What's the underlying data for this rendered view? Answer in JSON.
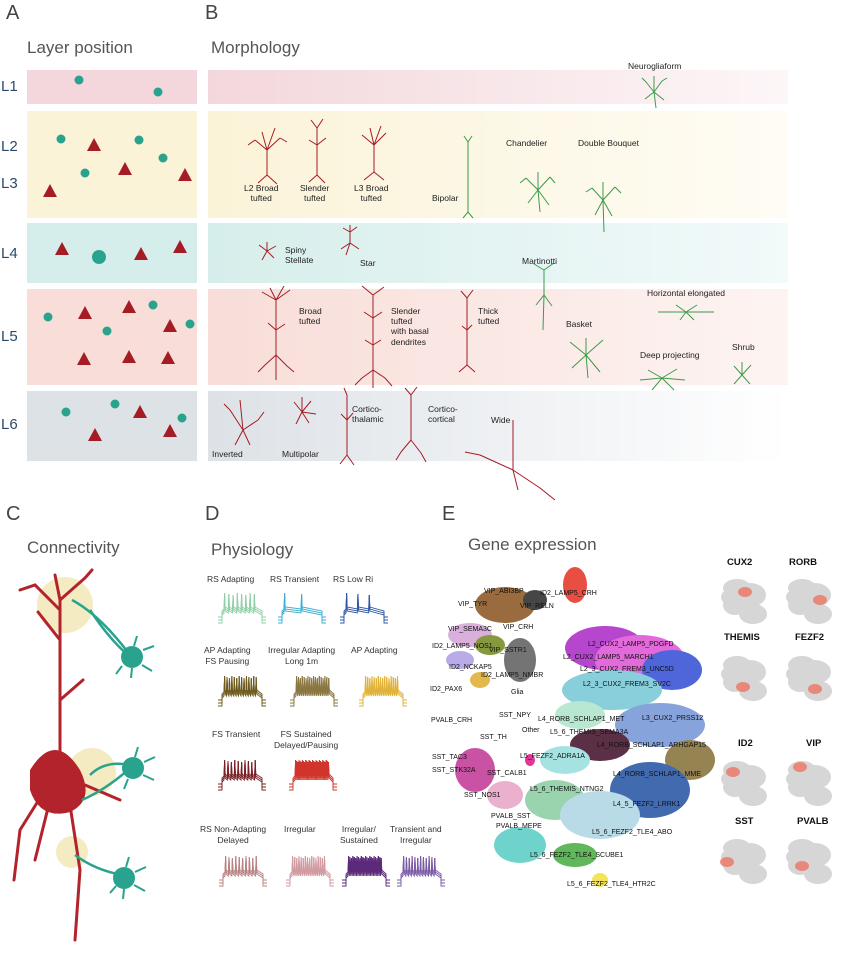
{
  "panels": {
    "A": {
      "letter": "A",
      "title": "Layer position"
    },
    "B": {
      "letter": "B",
      "title": "Morphology"
    },
    "C": {
      "letter": "C",
      "title": "Connectivity"
    },
    "D": {
      "letter": "D",
      "title": "Physiology"
    },
    "E": {
      "letter": "E",
      "title": "Gene expression"
    }
  },
  "layers": [
    "L1",
    "L2",
    "L3",
    "L4",
    "L5",
    "L6"
  ],
  "colors": {
    "L1": "#f3d7dc",
    "L23": "#fbf4dd",
    "L4": "#d8eeec",
    "L5": "#f9e1dc",
    "L6": "#dfe3e7",
    "excitatory": "#a41c24",
    "inhibitory": "#2aa38e",
    "inhibitory_morph": "#3c9a4c"
  },
  "morphology": {
    "l23": [
      "L2 Broad\ntufted",
      "Slender\ntufted",
      "L3 Broad\ntufted",
      "Bipolar",
      "Chandelier",
      "Double Bouquet"
    ],
    "l1": [
      "Neurogliaform"
    ],
    "l4": [
      "Spiny\nStellate",
      "Star",
      "Martinotti"
    ],
    "l5": [
      "Broad\ntufted",
      "Slender\ntufted\nwith basal\ndendrites",
      "Thick\ntufted",
      "Basket",
      "Horizontal elongated",
      "Deep projecting",
      "Shrub"
    ],
    "l6": [
      "Inverted",
      "Multipolar",
      "Cortico-\nthalamic",
      "Cortico-\ncortical",
      "Wide"
    ]
  },
  "physiology": [
    {
      "label": "RS Adapting",
      "color": "#8fd0a6"
    },
    {
      "label": "RS Transient",
      "color": "#3aaed1"
    },
    {
      "label": "RS Low Ri",
      "color": "#2e57a6"
    },
    {
      "label": "AP Adapting\nFS Pausing",
      "color": "#6e5a1c"
    },
    {
      "label": "Irregular Adapting\nLong 1m",
      "color": "#8a7640"
    },
    {
      "label": "AP Adapting",
      "color": "#e0b23a"
    },
    {
      "label": "FS Transient",
      "color": "#7a1f24"
    },
    {
      "label": "FS Sustained\nDelayed/Pausing",
      "color": "#d0342b"
    },
    {
      "label": "RS Non-Adapting\nDelayed",
      "color": "#b88282"
    },
    {
      "label": "Irregular",
      "color": "#d19aa0"
    },
    {
      "label": "Irregular/\nSustained",
      "color": "#5b2a7a"
    },
    {
      "label": "Transient and\nIrregular",
      "color": "#7a5aa6"
    }
  ],
  "clusters": [
    "VIP_ABI3BP",
    "ID2_LAMP5_CRH",
    "VIP_TYR",
    "VIP_RELN",
    "VIP_SEMA3C",
    "VIP_CRH",
    "ID2_LAMP5_NOS1",
    "VIP_SSTR1",
    "ID2_NCKAP5",
    "ID2_PAX6",
    "ID2_LAMP5_NMBR",
    "Glia",
    "L2_CUX2_LAMP5_PDGFD",
    "L2_CUX2_LAMP5_MARCH1",
    "L2_3_CUX2_FREM3_UNC5D",
    "L2_3_CUX2_FREM3_SV2C",
    "L3_CUX2_PRSS12",
    "PVALB_CRH",
    "SST_NPY",
    "SST_TH",
    "Other",
    "L4_RORB_SCHLAP1_MET",
    "L5_6_THEMIS_SEMA3A",
    "L4_RORB_SCHLAP1_ARHGAP15",
    "L4_RORB_SCHLAP1_MME",
    "SST_TAC3",
    "SST_STK32A",
    "SST_CALB1",
    "L5_FEZF2_ADRA1A",
    "SST_NOS1",
    "L5_6_THEMIS_NTNG2",
    "L4_5_FEZF2_LRRK1",
    "PVALB_SST",
    "PVALB_MEPE",
    "L5_6_FEZF2_TLE4_ABO",
    "L5_6_FEZF2_TLE4_SCUBE1",
    "L5_6_FEZF2_TLE4_HTR2C"
  ],
  "genes": [
    "CUX2",
    "RORB",
    "THEMIS",
    "FEZF2",
    "ID2",
    "VIP",
    "SST",
    "PVALB"
  ]
}
